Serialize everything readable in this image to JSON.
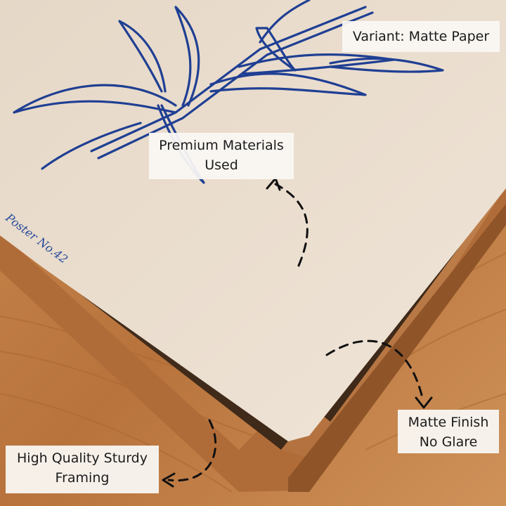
{
  "labels": {
    "variant": "Variant: Matte Paper",
    "premium_line1": "Premium Materials",
    "premium_line2": "Used",
    "matte_line1": "Matte Finish",
    "matte_line2": "No Glare",
    "framing_line1": "High Quality Sturdy",
    "framing_line2": "Framing"
  },
  "poster_mark": "Poster No.42",
  "colors": {
    "paper": "#e8dccd",
    "ink_blue": "#1f3f93",
    "wood": "#c07d45",
    "frame_edge": "#a9693a",
    "arrow": "#111111"
  }
}
